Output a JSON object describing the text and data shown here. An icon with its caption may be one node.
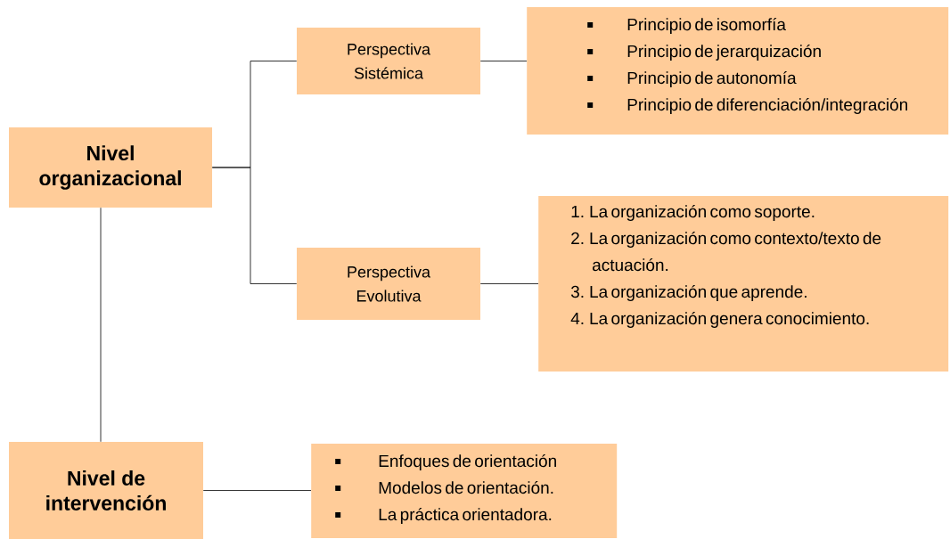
{
  "diagram": {
    "nodes": [
      {
        "text": [
          "Nivel organizacional"
        ]
      },
      {
        "text": [
          "Perspectiva Sistémica"
        ]
      },
      {
        "text": [
          "Principio de isomorfía",
          "Principio de jerarquización",
          "Principio de autonomía",
          "Principio de diferenciación/integración"
        ]
      },
      {
        "text": [
          "Perspectiva Evolutiva"
        ]
      },
      {
        "text": [
          "1. La organización como soporte.",
          "2. La organización como contexto/texto de actuación.",
          "3. La organización que aprende.",
          "4. La organización genera conocimiento."
        ]
      },
      {
        "text": [
          "Nivel de intervención"
        ]
      },
      {
        "text": [
          "Enfoques de orientación",
          "Modelos de orientación.",
          "La práctica orientadora."
        ]
      }
    ],
    "edges": [
      {
        "from": 0,
        "to": 1,
        "arrow": "none"
      },
      {
        "from": 0,
        "to": 3,
        "arrow": "none"
      },
      {
        "from": 1,
        "to": 2,
        "arrow": "none"
      },
      {
        "from": 3,
        "to": 4,
        "arrow": "none"
      },
      {
        "from": 0,
        "to": 5,
        "arrow": "none"
      },
      {
        "from": 5,
        "to": 6,
        "arrow": "none"
      }
    ]
  }
}
